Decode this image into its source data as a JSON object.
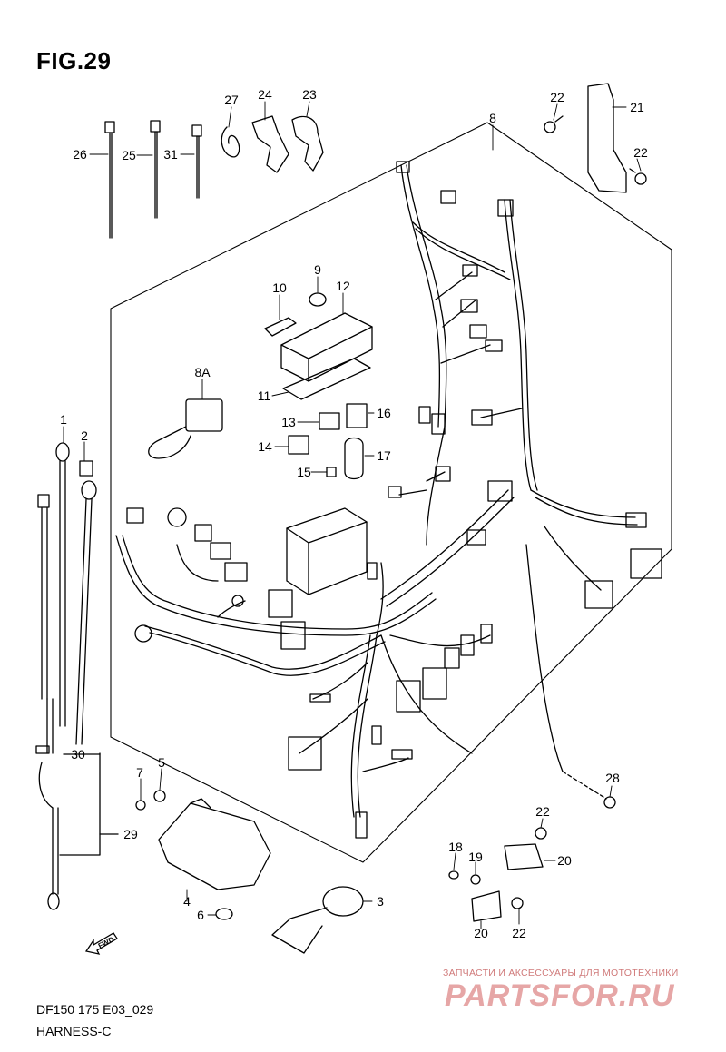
{
  "figure": {
    "title": "FIG.29",
    "code": "DF150 175 E03_029",
    "subtitle": "HARNESS-C"
  },
  "direction_arrow": "FWD",
  "watermark": {
    "tagline": "ЗАПЧАСТИ И АКСЕССУАРЫ ДЛЯ МОТОТЕХНИКИ",
    "logo": "PARTSFOR.RU"
  },
  "part_labels": [
    "1",
    "2",
    "3",
    "4",
    "5",
    "6",
    "7",
    "8",
    "8A",
    "9",
    "10",
    "11",
    "12",
    "13",
    "14",
    "15",
    "16",
    "17",
    "18",
    "19",
    "20",
    "21",
    "22",
    "23",
    "24",
    "25",
    "26",
    "27",
    "28",
    "29",
    "30",
    "31"
  ]
}
